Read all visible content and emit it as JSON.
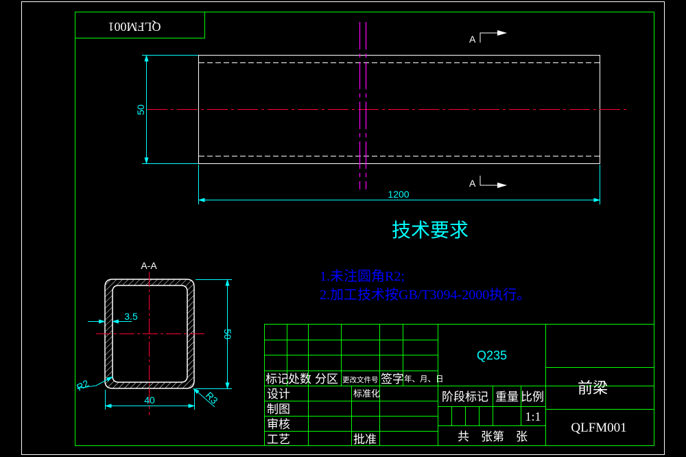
{
  "drawing": {
    "code_rotated": "QLFM001",
    "section_marker": "A",
    "section_title": "A-A",
    "dims": {
      "length": "1200",
      "height": "50",
      "sec_height": "50",
      "sec_width": "40",
      "wall": "3.5",
      "r_outer": "R2",
      "r_inner": "R3"
    },
    "requirements": {
      "title": "技术要求",
      "items": [
        "1.未注圆角R2;",
        "2.加工技术按GB/T3094-2000执行。"
      ]
    }
  },
  "title_block": {
    "material": "Q235",
    "part_name": "前梁",
    "part_code": "QLFM001",
    "header_row": {
      "mark": "标记",
      "count": "处数",
      "zone": "分区",
      "doc_no": "更改文件号",
      "sign": "签字",
      "date": "年、月、日"
    },
    "design": "设计",
    "standardize": "标准化",
    "draw": "制图",
    "review": "审核",
    "process": "工艺",
    "approve": "批准",
    "stage_mark": "阶段标记",
    "weight": "重量",
    "scale": "比例",
    "scale_value": "1:1",
    "sheet_text": "共　张第　张"
  },
  "colors": {
    "background": "#000000",
    "frame": "#00ff00",
    "outline": "#ffffff",
    "dimension": "#00ffff",
    "centerline": "#ff0033",
    "cut_line": "#ff00ff",
    "text_requirement": "#00ffff",
    "text_list": "#0000ff"
  }
}
